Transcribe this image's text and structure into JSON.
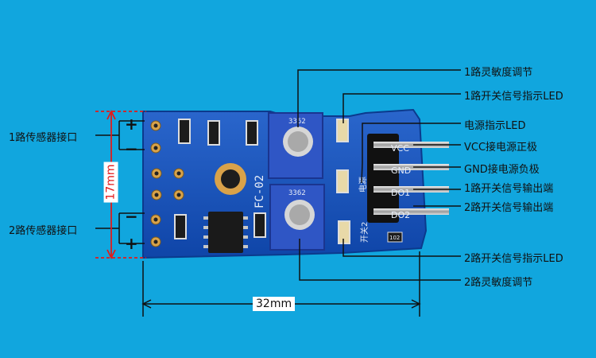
{
  "left_labels": {
    "sensor1": "1路传感器接口",
    "sensor2": "2路传感器接口",
    "plus": "+",
    "minus": "−"
  },
  "dimensions": {
    "height": "17mm",
    "width": "32mm"
  },
  "right_labels": [
    "1路灵敏度调节",
    "1路开关信号指示LED",
    "电源指示LED",
    "VCC接电源正极",
    "GND接电源负极",
    "1路开关信号输出端",
    "2路开关信号输出端",
    "2路开关信号指示LED",
    "2路灵敏度调节"
  ],
  "board_silk": {
    "model": "FC-02",
    "pot_code": "3362",
    "pins": [
      "VCC",
      "GND",
      "DO1",
      "DO2"
    ],
    "power": "电源",
    "switch2": "开关2",
    "res": "102"
  },
  "colors": {
    "background": "#11a6de",
    "pcb": "#1550b8",
    "dimension_red": "#e21a1a"
  }
}
